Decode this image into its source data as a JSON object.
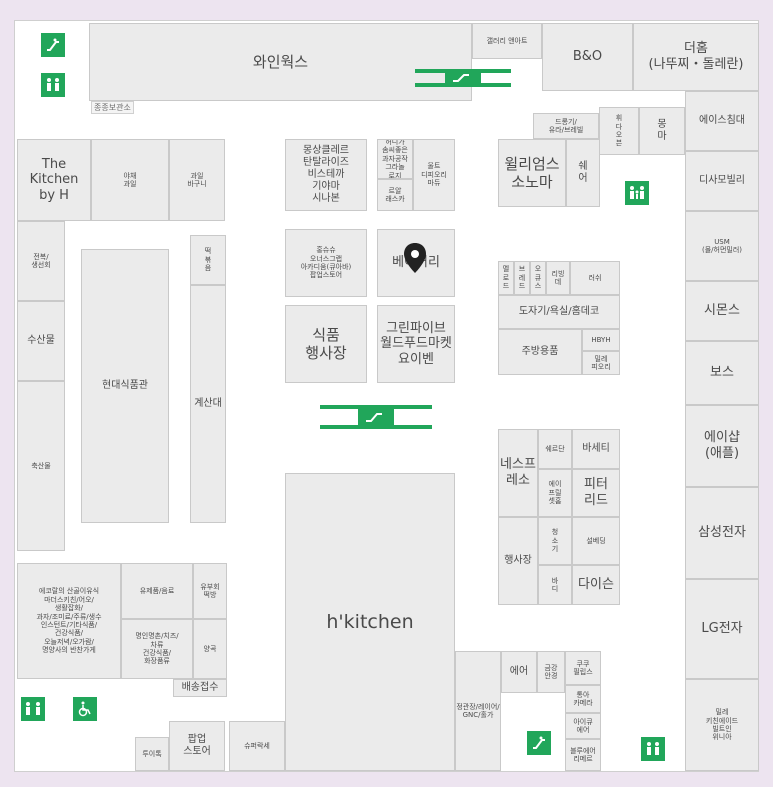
{
  "stores": {
    "wine_works": "와인웍스",
    "gallery_and_art": "갤러리 앤아트",
    "bno": "B&O",
    "dehome": "더홈\n(나뚜찌・돌레란)",
    "customer_lounge": "종종보관소",
    "dromgi": "드롱기/\n유라/브레빌",
    "handel": "휘\n다\n오\n븐",
    "moel": "몽\n마",
    "ace_bed": "에이스침대",
    "the_kitchen": "The\nKitchen\nby H",
    "vegetables": "야채\n과일",
    "fruit_basket": "과일\n바구니",
    "monsable": "몽상클레르\n탄탈라이즈\n비스테까\n기야마\n시나본",
    "corner_small": "허니가\n솜씨좋은\n과자공작\n그라놀\n로지",
    "roamakers": "르알\n래스카",
    "wits": "울트\n디피오리\n마듀",
    "williams": "윌리엄스\n소노마",
    "shoppers": "쉐\n어",
    "desmobile": "디사모빌리",
    "usm": "USM\n(몰/허먼밀러)",
    "fresh_fish": "전복/\n생선회",
    "hyundai_food": "현대식품관",
    "cash_register": "계산대",
    "rice_cake": "떡\n볶\n음",
    "hongsushi": "홍슈슈\n오너스그랩\n아카디움(큐아바)\n팝업스토어",
    "bakery": "베이커리",
    "ceramics_small": "멜\n로\n드",
    "ceramics_small2": "브\n레\n드",
    "ceramics_small3": "오\n큐\n스",
    "ceramics_small4": "리빙\n데",
    "lush": "러쉬",
    "simmons": "시몬스",
    "seafood": "수산물",
    "food_event": "식품\n행사장",
    "green_five": "그린파이브\n월드푸드마켓\n요이벤",
    "dojagi": "도자기/욕실/홈데코",
    "kitchenware": "주방용품",
    "hbyh": "HBYH",
    "milly": "밀레\n피오리",
    "bose": "보스",
    "meat": "축산물",
    "nespresso": "네스프레소",
    "sherodan": "쉐르단",
    "bamix": "바세티",
    "aprilsh": "에이\n프릴\n셋홈",
    "peter": "피터\n리드",
    "aishar": "에이샵\n(애플)",
    "event_hall": "행사장",
    "vacuum": "청\n소\n기",
    "cleaning": "설베딩",
    "samsung": "삼성전자",
    "dyson": "다이슨",
    "bodum": "바\n디",
    "hkitchen": "h'kitchen",
    "eco": "에코랄의 산골이유식\n마더스키친/어오/\n생활잡화/\n과자/조미료/주류/생수\n인스턴트/기타식품/\n건강식품/\n오늘저녁/오가람/\n명양사의 반찬가게",
    "yujepum": "유제품/음료",
    "yubu": "유부회\n떡방",
    "myeongin": "명인명촌/치즈/\n차류\n건강식품/\n화장품류",
    "grain": "양곡",
    "delivery": "배송접수",
    "lgc": "LG전자",
    "gnc": "정관장/레이어/\nGNC/홀가",
    "aer": "에어",
    "health": "금강\n안경",
    "cuckoo": "쿠쿠\n필립스",
    "tonga": "통아\n카메라",
    "aicue": "아이큐\n에어",
    "bulu": "블루에어\n리메르",
    "milly_right": "밀레\n키친에이드\n빌트인\n위니아",
    "toys": "투이톡",
    "popup": "팝업\n스토어",
    "supermarket": "슈퍼락세"
  },
  "icons": {
    "escalator": "escalator-icon",
    "restroom": "restroom-icon",
    "family_restroom": "family-restroom-icon",
    "accessible": "wheelchair-icon",
    "location_pin": "location-pin-icon"
  },
  "colors": {
    "accent": "#21a65a",
    "background": "#ede4f0",
    "store_fill": "#ebebeb"
  }
}
